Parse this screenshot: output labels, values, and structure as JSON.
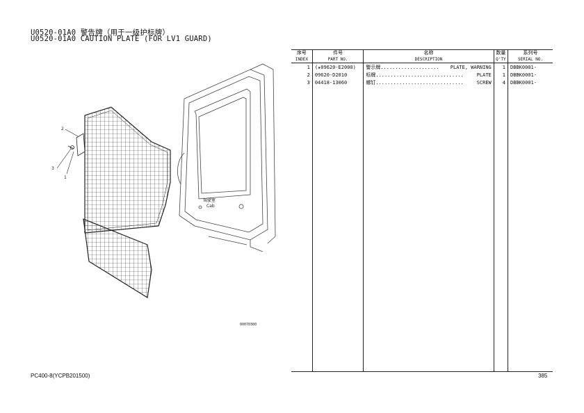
{
  "header": {
    "title_cn": "U0520-01A0 警告牌（用于一级护标牌）",
    "title_en": "U0520-01A0 CAUTION PLATE (FOR LV1 GUARD)"
  },
  "drawing": {
    "callouts": [
      "2",
      "3",
      "1"
    ],
    "cab_label_cn": "驾驶室",
    "cab_label_en": "Cab",
    "figure_number": "00070380"
  },
  "table": {
    "headers": {
      "index_cn": "序号",
      "index_en": "INDEX",
      "part_cn": "件号",
      "part_en": "PART NO.",
      "desc_cn": "名称",
      "desc_en": "DESCRIPTION",
      "qty_cn": "数量",
      "qty_en": "Q'TY",
      "serial_cn": "系列号",
      "serial_en": "SERIAL NO."
    },
    "rows": [
      {
        "index": "1",
        "part_no": "(★09620-E2000)",
        "desc_cn": "警示牌....................",
        "desc_en": "PLATE, WARNING",
        "qty": "1",
        "serial": "DBBK0001-"
      },
      {
        "index": "2",
        "part_no": "09620-D2010",
        "desc_cn": "标牌..............................",
        "desc_en": "PLATE",
        "qty": "1",
        "serial": "DBBK0001-"
      },
      {
        "index": "3",
        "part_no": "04418-13060",
        "desc_cn": "螺钉..............................",
        "desc_en": "SCREW",
        "qty": "4",
        "serial": "DBBK0001-"
      }
    ]
  },
  "footer": {
    "model": "PC400-8(YCPB201500)",
    "page": "385"
  }
}
